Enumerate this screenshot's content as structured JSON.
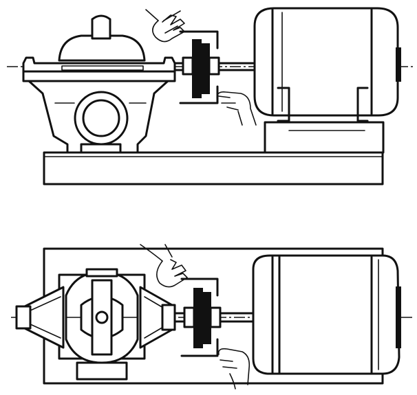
{
  "diagram": {
    "views": [
      {
        "name": "side-elevation",
        "parts": [
          "split-case-pump",
          "coupling",
          "electric-motor",
          "base-plate",
          "hand"
        ]
      },
      {
        "name": "plan-view",
        "parts": [
          "split-case-pump",
          "coupling",
          "electric-motor",
          "base-plate",
          "hand"
        ]
      }
    ],
    "colors": {
      "ink": "#111111",
      "paper": "#ffffff"
    }
  }
}
